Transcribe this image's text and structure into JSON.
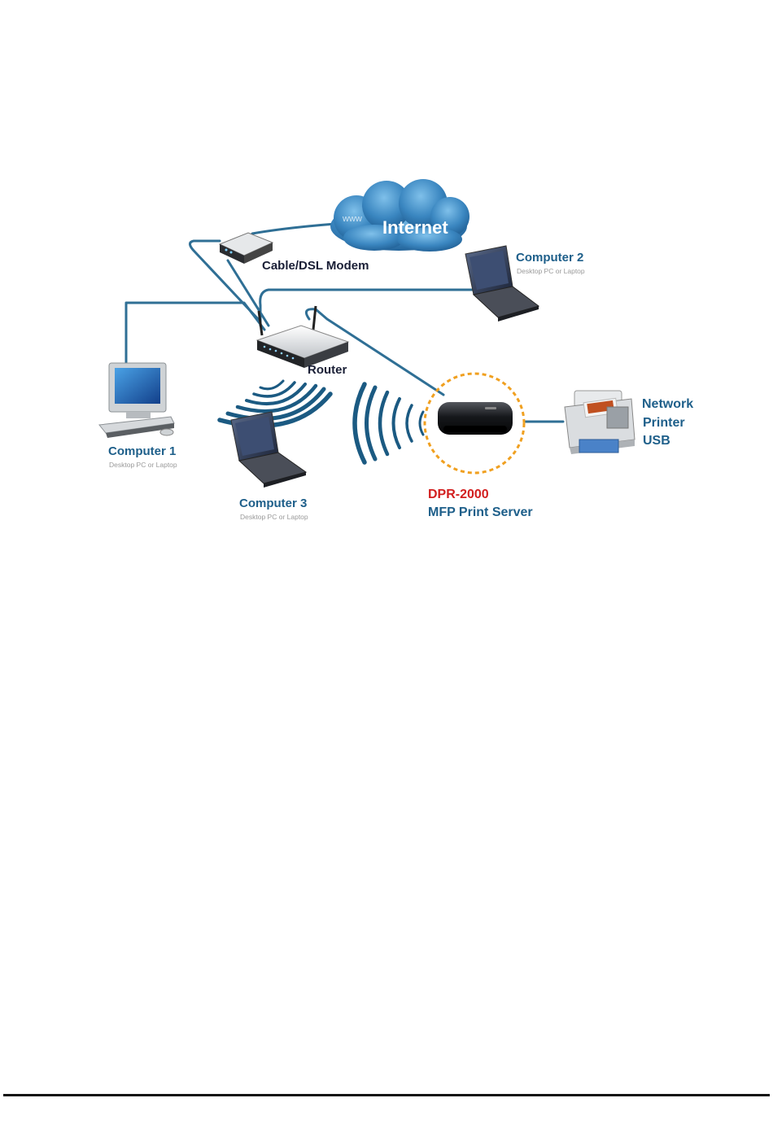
{
  "diagram": {
    "internet": {
      "www": "www",
      "label": "Internet"
    },
    "modem": {
      "label": "Cable/DSL Modem"
    },
    "router": {
      "label": "Router"
    },
    "computer1": {
      "label": "Computer 1",
      "sublabel": "Desktop PC or Laptop"
    },
    "computer2": {
      "label": "Computer 2",
      "sublabel": "Desktop PC or Laptop"
    },
    "computer3": {
      "label": "Computer 3",
      "sublabel": "Desktop PC or Laptop"
    },
    "print_server": {
      "model": "DPR-2000",
      "label": "MFP Print Server"
    },
    "printer": {
      "line1": "Network",
      "line2": "Printer",
      "line3": "USB"
    }
  },
  "colors": {
    "cable": "#2f6f95",
    "label_blue": "#1e5f8a",
    "model_red": "#d21f1f",
    "cloud": "#3a86c0"
  }
}
